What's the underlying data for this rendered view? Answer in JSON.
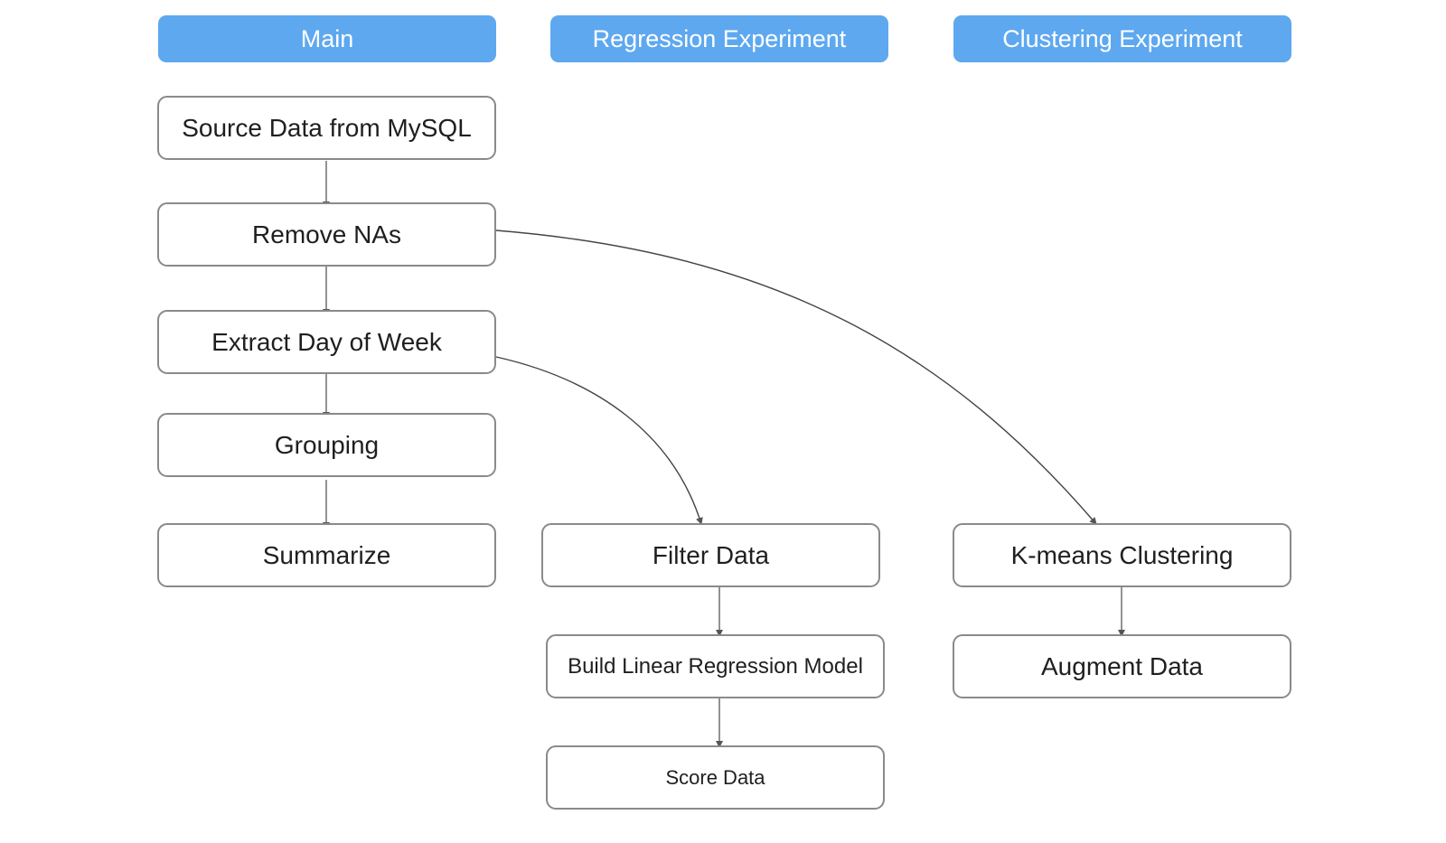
{
  "lanes": {
    "main": "Main",
    "regression": "Regression Experiment",
    "clustering": "Clustering Experiment"
  },
  "nodes": {
    "source_data": "Source Data from MySQL",
    "remove_nas": "Remove NAs",
    "extract_day": "Extract Day of Week",
    "grouping": "Grouping",
    "summarize": "Summarize",
    "filter_data": "Filter Data",
    "build_model": "Build Linear Regression Model",
    "score_data": "Score Data",
    "kmeans": "K-means Clustering",
    "augment": "Augment Data"
  },
  "edges": [
    {
      "from": "source_data",
      "to": "remove_nas"
    },
    {
      "from": "remove_nas",
      "to": "extract_day"
    },
    {
      "from": "extract_day",
      "to": "grouping"
    },
    {
      "from": "grouping",
      "to": "summarize"
    },
    {
      "from": "extract_day",
      "to": "filter_data"
    },
    {
      "from": "remove_nas",
      "to": "kmeans"
    },
    {
      "from": "filter_data",
      "to": "build_model"
    },
    {
      "from": "build_model",
      "to": "score_data"
    },
    {
      "from": "kmeans",
      "to": "augment"
    }
  ],
  "colors": {
    "lane_header": "#5ea8f0",
    "node_border": "#8a8a8a",
    "edge": "#555555"
  }
}
